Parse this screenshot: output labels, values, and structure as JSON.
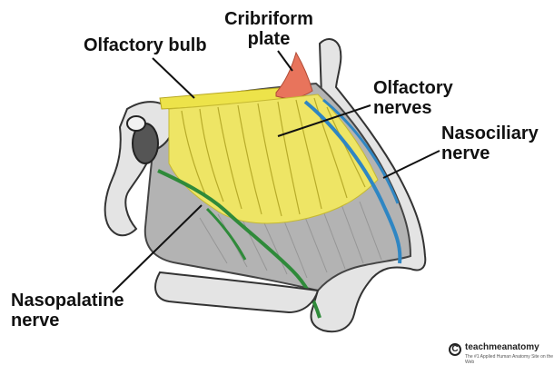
{
  "labels": {
    "olfactory_bulb": "Olfactory bulb",
    "cribriform_plate": "Cribriform\nplate",
    "olfactory_nerves": "Olfactory\nnerves",
    "nasociliary_nerve": "Nasociliary\nnerve",
    "nasopalatine_nerve": "Nasopalatine\nnerve"
  },
  "watermark": {
    "symbol": "C",
    "name": "teachmeanatomy",
    "tagline": "The #1 Applied Human Anatomy Site on the Web"
  },
  "colors": {
    "olfactory_bulb": "#ede34a",
    "olfactory_nerves": "#eee565",
    "cribriform_plate": "#e8745c",
    "nasociliary_nerve": "#2f86c3",
    "nasopalatine_nerve": "#2f8a3a",
    "tissue": "#b3b3b3",
    "bone": "#e4e4e4"
  }
}
